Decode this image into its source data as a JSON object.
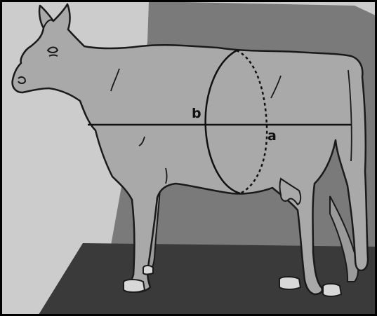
{
  "diagram": {
    "labels": {
      "a": "a",
      "b": "b"
    },
    "colors": {
      "frame": "#000000",
      "background_wall": "#cccccc",
      "side_wall": "#7a7a7a",
      "floor": "#3a3a3a",
      "cow_body": "#a9a9a9",
      "outline": "#1a1a1a",
      "hoof": "#d8d8d8"
    },
    "parts": [
      "cow",
      "girth-ellipse",
      "body-length-line",
      "floor",
      "wall"
    ]
  }
}
